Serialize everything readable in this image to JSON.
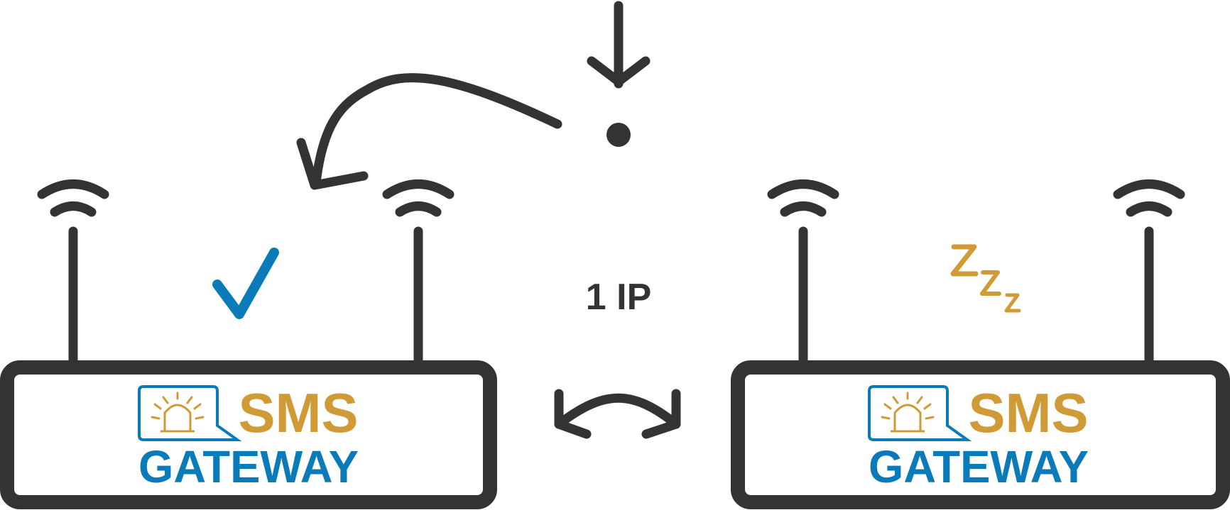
{
  "colors": {
    "dark": "#333333",
    "blue": "#0a7bb8",
    "gold": "#d09a37",
    "background": "#ffffff"
  },
  "center": {
    "label": "1 IP",
    "icons": [
      "arrow-down-icon",
      "dot-icon",
      "curved-arrow-icon",
      "swap-arrows-icon"
    ]
  },
  "gateways": [
    {
      "logo_top": "SMS",
      "logo_bottom": "GATEWAY",
      "status": "active",
      "status_icon": "checkmark-icon"
    },
    {
      "logo_top": "SMS",
      "logo_bottom": "GATEWAY",
      "status": "standby",
      "status_icon": "sleep-zzz-icon",
      "status_letters": [
        "Z",
        "Z",
        "Z"
      ]
    }
  ]
}
